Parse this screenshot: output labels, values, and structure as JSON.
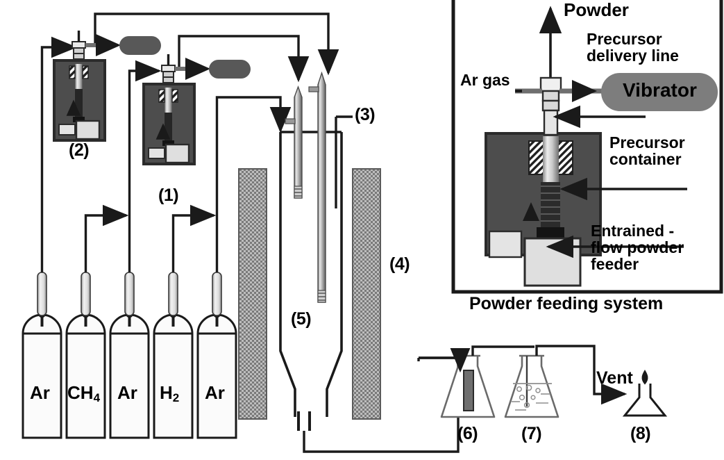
{
  "figure": {
    "type": "process-flow-schematic",
    "subject": "Chemical vapour deposition reactor with powder feeding system"
  },
  "gas_cylinders": [
    {
      "id": "cyl-1",
      "label": "Ar"
    },
    {
      "id": "cyl-2",
      "label": "CH4",
      "label_base": "CH",
      "label_sub": "4"
    },
    {
      "id": "cyl-3",
      "label": "Ar"
    },
    {
      "id": "cyl-4",
      "label": "H2",
      "label_base": "H",
      "label_sub": "2"
    },
    {
      "id": "cyl-5",
      "label": "Ar"
    }
  ],
  "callouts": [
    {
      "key": "feeder_2",
      "label": "(2)"
    },
    {
      "key": "feeder_1",
      "label": "(1)"
    },
    {
      "key": "injector_probe",
      "label": "(3)"
    },
    {
      "key": "heater",
      "label": "(4)"
    },
    {
      "key": "reactor",
      "label": "(5)"
    },
    {
      "key": "filter_flask",
      "label": "(6)"
    },
    {
      "key": "bubbler_flask",
      "label": "(7)"
    },
    {
      "key": "flame_vent",
      "label": "(8)"
    }
  ],
  "exhaust": {
    "vent_label": "Vent"
  },
  "inset": {
    "caption": "Powder feeding system",
    "labels": {
      "powder": "Powder",
      "delivery_line": "Precursor\ndelivery line",
      "delivery_line_1": "Precursor",
      "delivery_line_2": "delivery line",
      "ar_gas": "Ar gas",
      "vibrator": "Vibrator",
      "container_1": "Precursor",
      "container_2": "container",
      "feeder_1": "Entrained -",
      "feeder_2": "flow powder",
      "feeder_3": "feeder"
    }
  },
  "colors": {
    "line": "#1a1a1a",
    "feeder_body": "#4d4d4d",
    "feeder_body_edge": "#2b2b2b",
    "vibrator_fill": "#7d7d7d",
    "tube_light": "#d8d8d8",
    "tube_mid": "#9a9a9a",
    "precursor_dark": "#262626",
    "heater_fill": "#9e9e9e",
    "flowmeter": "#d5d5d5",
    "cylinder_fill": "#fbfbfb",
    "white": "#ffffff"
  }
}
